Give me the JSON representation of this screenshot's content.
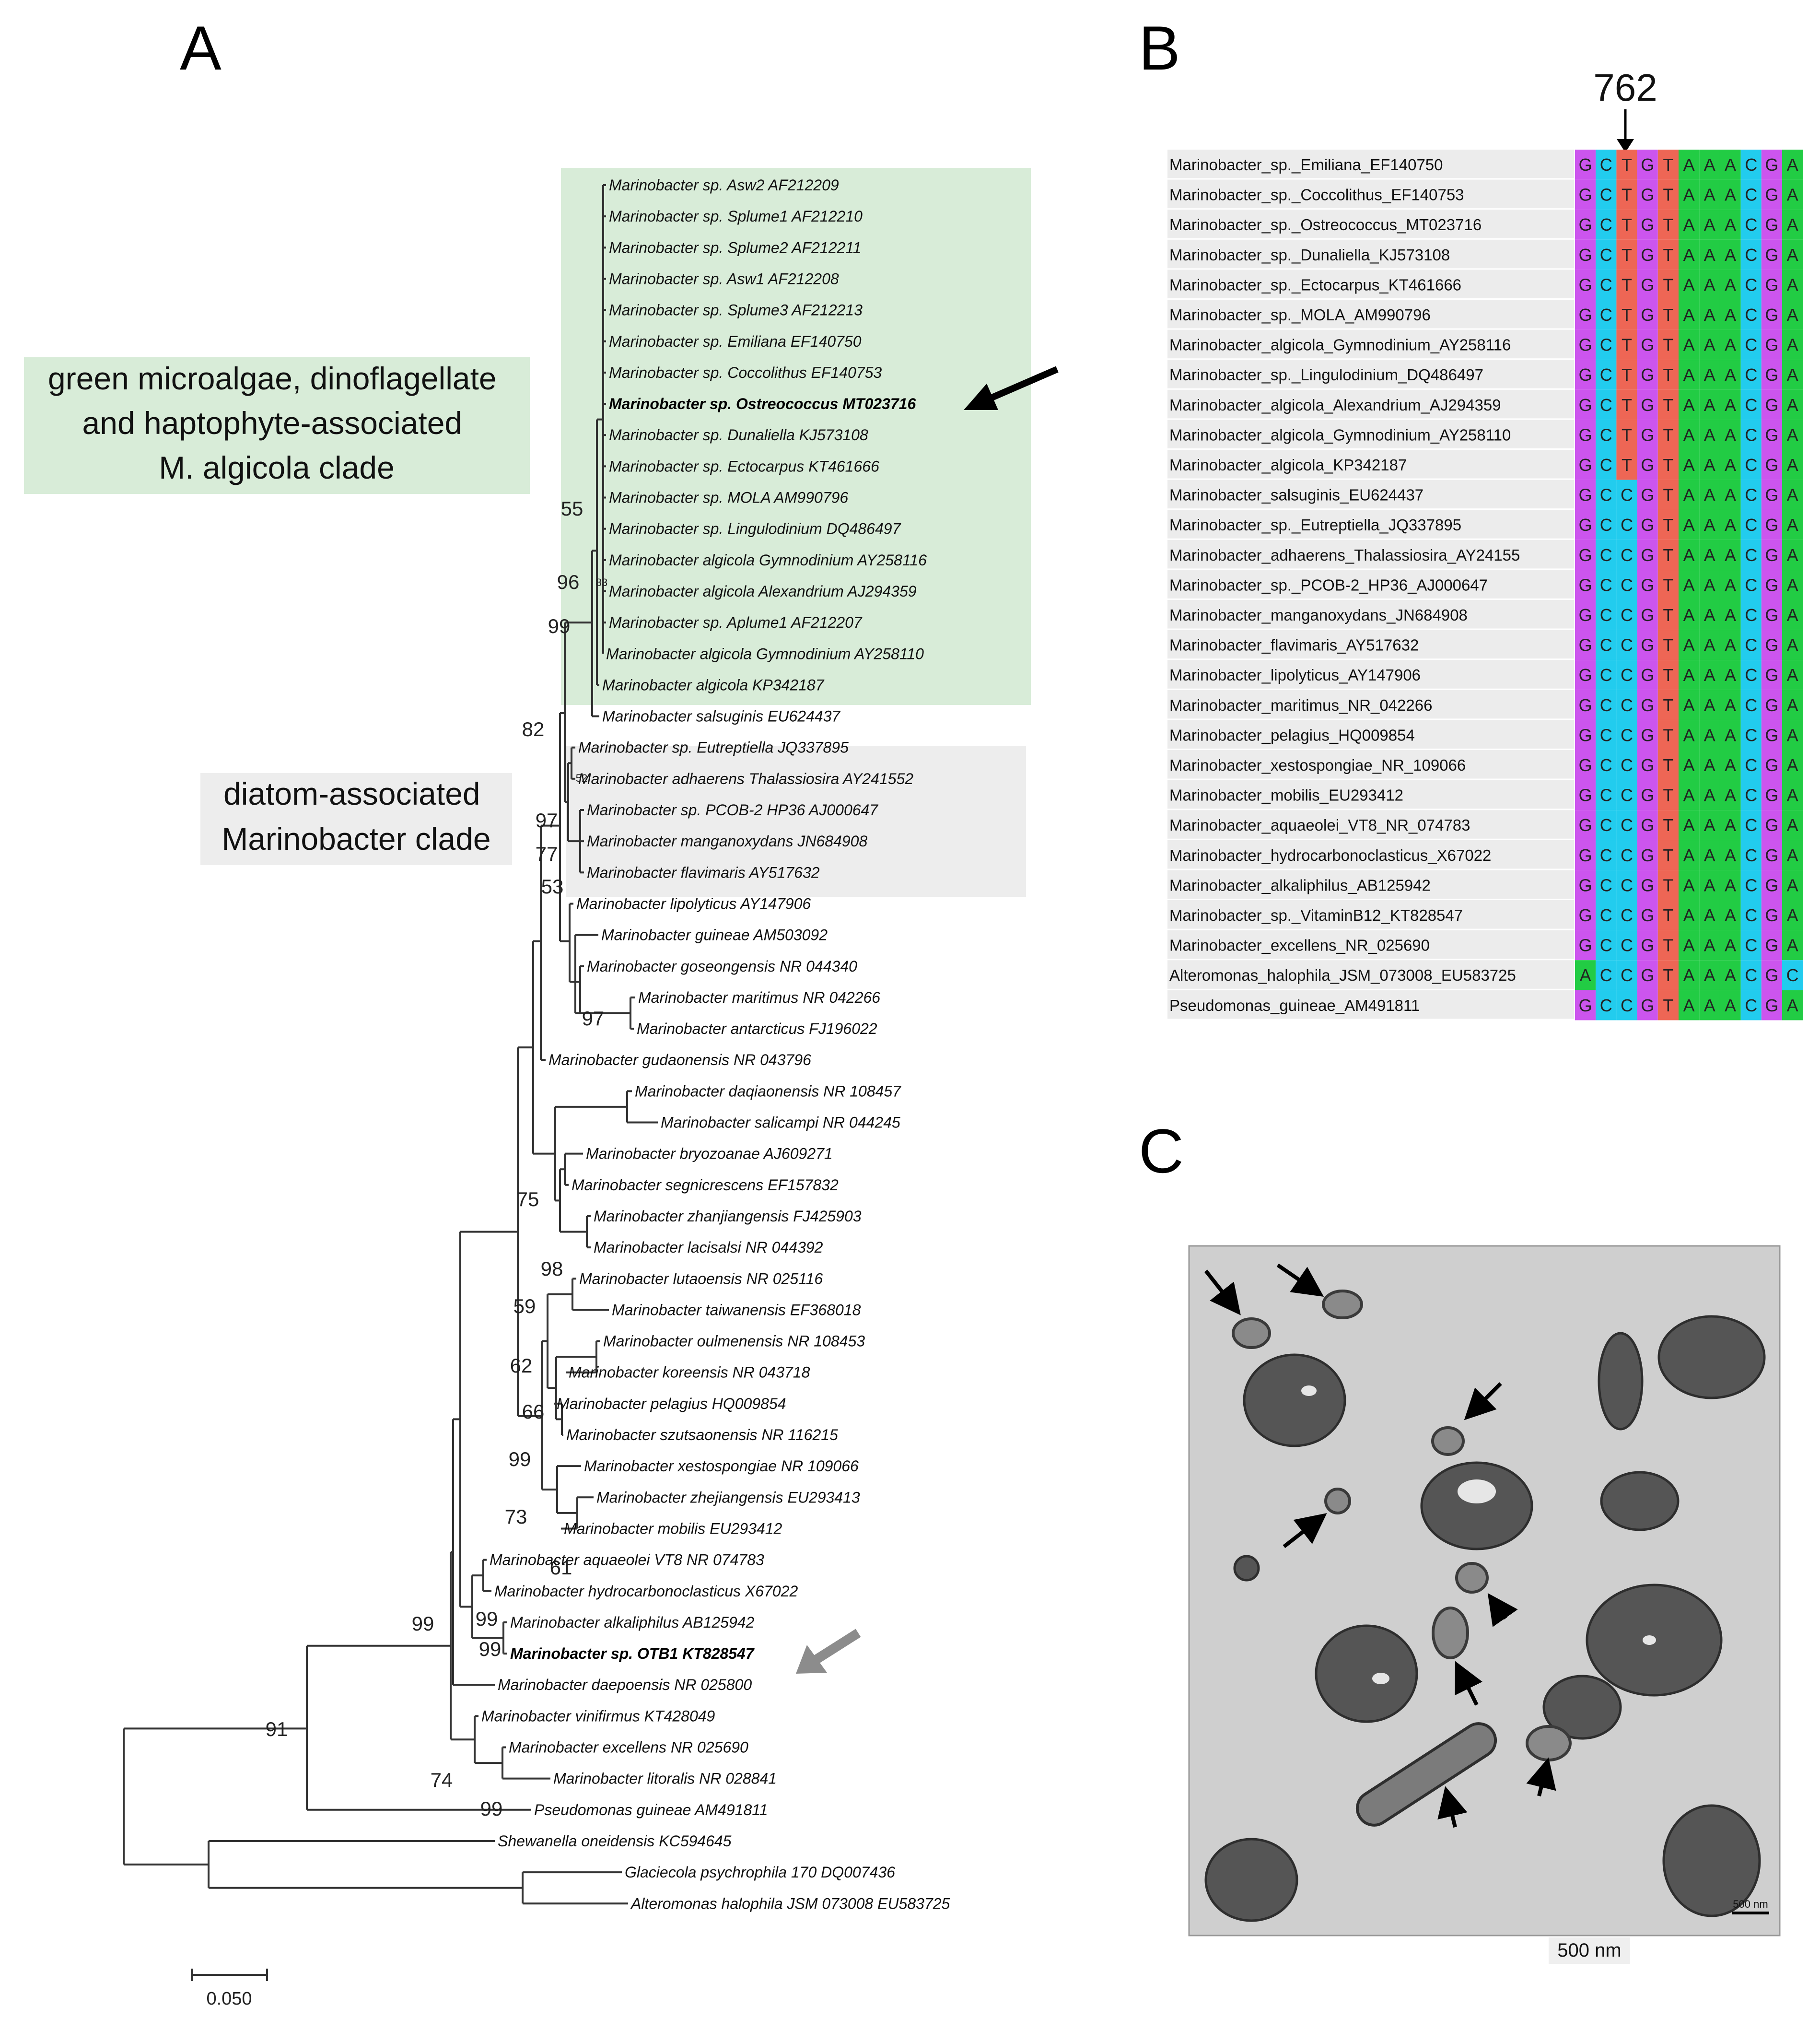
{
  "panels": {
    "a": "A",
    "b": "B",
    "c": "C"
  },
  "tree": {
    "leaves": [
      {
        "genus": "Marinobacter",
        "strain": "sp. Asw2 AF212209"
      },
      {
        "genus": "Marinobacter",
        "strain": "sp. Splume1 AF212210"
      },
      {
        "genus": "Marinobacter",
        "strain": "sp. Splume2 AF212211"
      },
      {
        "genus": "Marinobacter",
        "strain": "sp. Asw1 AF212208"
      },
      {
        "genus": "Marinobacter",
        "strain": "sp. Splume3 AF212213"
      },
      {
        "genus": "Marinobacter",
        "strain": "sp. Emiliana EF140750"
      },
      {
        "genus": "Marinobacter",
        "strain": "sp. Coccolithus EF140753"
      },
      {
        "genus": "Marinobacter",
        "strain": "sp. Ostreococcus MT023716",
        "bold": true
      },
      {
        "genus": "Marinobacter",
        "strain": "sp. Dunaliella KJ573108"
      },
      {
        "genus": "Marinobacter",
        "strain": "sp. Ectocarpus KT461666"
      },
      {
        "genus": "Marinobacter",
        "strain": "sp. MOLA AM990796"
      },
      {
        "genus": "Marinobacter",
        "strain": "sp. Lingulodinium DQ486497"
      },
      {
        "genus": "Marinobacter",
        "strain": "algicola Gymnodinium AY258116"
      },
      {
        "genus": "Marinobacter",
        "strain": "algicola Alexandrium AJ294359"
      },
      {
        "genus": "Marinobacter",
        "strain": "sp. Aplume1 AF212207"
      },
      {
        "genus": "Marinobacter",
        "strain": "algicola Gymnodinium AY258110"
      },
      {
        "genus": "Marinobacter",
        "strain": "algicola KP342187"
      },
      {
        "genus": "Marinobacter",
        "strain": "salsuginis EU624437"
      },
      {
        "genus": "Marinobacter",
        "strain": "sp. Eutreptiella JQ337895"
      },
      {
        "genus": "Marinobacter",
        "strain": "adhaerens Thalassiosira AY241552"
      },
      {
        "genus": "Marinobacter",
        "strain": "sp. PCOB-2 HP36 AJ000647"
      },
      {
        "genus": "Marinobacter",
        "strain": "manganoxydans JN684908"
      },
      {
        "genus": "Marinobacter",
        "strain": "flavimaris AY517632"
      },
      {
        "genus": "Marinobacter",
        "strain": "lipolyticus AY147906"
      },
      {
        "genus": "Marinobacter",
        "strain": "guineae AM503092"
      },
      {
        "genus": "Marinobacter",
        "strain": "goseongensis NR 044340"
      },
      {
        "genus": "Marinobacter",
        "strain": "maritimus NR 042266"
      },
      {
        "genus": "Marinobacter",
        "strain": "antarcticus FJ196022"
      },
      {
        "genus": "Marinobacter",
        "strain": "gudaonensis NR 043796"
      },
      {
        "genus": "Marinobacter",
        "strain": "daqiaonensis NR 108457"
      },
      {
        "genus": "Marinobacter",
        "strain": "salicampi NR 044245"
      },
      {
        "genus": "Marinobacter",
        "strain": "bryozoanae AJ609271"
      },
      {
        "genus": "Marinobacter",
        "strain": "segnicrescens EF157832"
      },
      {
        "genus": "Marinobacter",
        "strain": "zhanjiangensis FJ425903"
      },
      {
        "genus": "Marinobacter",
        "strain": "lacisalsi NR 044392"
      },
      {
        "genus": "Marinobacter",
        "strain": "lutaoensis NR 025116"
      },
      {
        "genus": "Marinobacter",
        "strain": "taiwanensis EF368018"
      },
      {
        "genus": "Marinobacter",
        "strain": "oulmenensis NR 108453"
      },
      {
        "genus": "Marinobacter",
        "strain": "koreensis NR 043718"
      },
      {
        "genus": "Marinobacter",
        "strain": "pelagius HQ009854"
      },
      {
        "genus": "Marinobacter",
        "strain": "szutsaonensis NR 116215"
      },
      {
        "genus": "Marinobacter",
        "strain": "xestospongiae NR 109066"
      },
      {
        "genus": "Marinobacter",
        "strain": "zhejiangensis EU293413"
      },
      {
        "genus": "Marinobacter",
        "strain": "mobilis EU293412"
      },
      {
        "genus": "Marinobacter",
        "strain": "aquaeolei VT8 NR 074783"
      },
      {
        "genus": "Marinobacter",
        "strain": "hydrocarbonoclasticus X67022"
      },
      {
        "genus": "Marinobacter",
        "strain": "alkaliphilus AB125942"
      },
      {
        "genus": "Marinobacter",
        "strain": "sp. OTB1 KT828547",
        "bold": true
      },
      {
        "genus": "Marinobacter",
        "strain": "daepoensis NR 025800"
      },
      {
        "genus": "Marinobacter",
        "strain": "vinifirmus KT428049"
      },
      {
        "genus": "Marinobacter",
        "strain": "excellens NR 025690"
      },
      {
        "genus": "Marinobacter",
        "strain": "litoralis NR 028841"
      },
      {
        "genus": "Pseudomonas",
        "strain": "guineae AM491811"
      },
      {
        "genus": "Shewanella",
        "strain": "oneidensis KC594645"
      },
      {
        "genus": "Glaciecola",
        "strain": "psychrophila 170 DQ007436"
      },
      {
        "genus": "Alteromonas",
        "strain": "halophila JSM 073008 EU583725"
      }
    ],
    "bootstraps": [
      "55",
      "96",
      "83",
      "99",
      "82",
      "52",
      "97",
      "77",
      "53",
      "97",
      "75",
      "98",
      "59",
      "62",
      "66",
      "99",
      "73",
      "61",
      "99",
      "99",
      "99",
      "91",
      "74",
      "99"
    ],
    "clades": {
      "algicola_lines": [
        "green microalgae, dinoflagellate",
        "and haptophyte-associated",
        "M. algicola clade"
      ],
      "diatom_lines": [
        "diatom-associated",
        "Marinobacter clade"
      ]
    },
    "scale_bar": "0.050",
    "colors": {
      "algicola_box": "#d8ecd8",
      "diatom_box": "#ededed",
      "black_arrow": "#000000",
      "gray_arrow": "#8c8c8c"
    }
  },
  "alignment": {
    "position_label": "762",
    "rows": [
      {
        "name": "Marinobacter_sp._Emiliana_EF140750",
        "seq": "GCTGTAAACGA"
      },
      {
        "name": "Marinobacter_sp._Coccolithus_EF140753",
        "seq": "GCTGTAAACGA"
      },
      {
        "name": "Marinobacter_sp._Ostreococcus_MT023716",
        "seq": "GCTGTAAACGA"
      },
      {
        "name": "Marinobacter_sp._Dunaliella_KJ573108",
        "seq": "GCTGTAAACGA"
      },
      {
        "name": "Marinobacter_sp._Ectocarpus_KT461666",
        "seq": "GCTGTAAACGA"
      },
      {
        "name": "Marinobacter_sp._MOLA_AM990796",
        "seq": "GCTGTAAACGA"
      },
      {
        "name": "Marinobacter_algicola_Gymnodinium_AY258116",
        "seq": "GCTGTAAACGA"
      },
      {
        "name": "Marinobacter_sp._Lingulodinium_DQ486497",
        "seq": "GCTGTAAACGA"
      },
      {
        "name": "Marinobacter_algicola_Alexandrium_AJ294359",
        "seq": "GCTGTAAACGA"
      },
      {
        "name": "Marinobacter_algicola_Gymnodinium_AY258110",
        "seq": "GCTGTAAACGA"
      },
      {
        "name": "Marinobacter_algicola_KP342187",
        "seq": "GCTGTAAACGA"
      },
      {
        "name": "Marinobacter_salsuginis_EU624437",
        "seq": "GCCGTAAACGA"
      },
      {
        "name": "Marinobacter_sp._Eutreptiella_JQ337895",
        "seq": "GCCGTAAACGA"
      },
      {
        "name": "Marinobacter_adhaerens_Thalassiosira_AY24155",
        "seq": "GCCGTAAACGA"
      },
      {
        "name": "Marinobacter_sp._PCOB-2_HP36_AJ000647",
        "seq": "GCCGTAAACGA"
      },
      {
        "name": "Marinobacter_manganoxydans_JN684908",
        "seq": "GCCGTAAACGA"
      },
      {
        "name": "Marinobacter_flavimaris_AY517632",
        "seq": "GCCGTAAACGA"
      },
      {
        "name": "Marinobacter_lipolyticus_AY147906",
        "seq": "GCCGTAAACGA"
      },
      {
        "name": "Marinobacter_maritimus_NR_042266",
        "seq": "GCCGTAAACGA"
      },
      {
        "name": "Marinobacter_pelagius_HQ009854",
        "seq": "GCCGTAAACGA"
      },
      {
        "name": "Marinobacter_xestospongiae_NR_109066",
        "seq": "GCCGTAAACGA"
      },
      {
        "name": "Marinobacter_mobilis_EU293412",
        "seq": "GCCGTAAACGA"
      },
      {
        "name": "Marinobacter_aquaeolei_VT8_NR_074783",
        "seq": "GCCGTAAACGA"
      },
      {
        "name": "Marinobacter_hydrocarbonoclasticus_X67022",
        "seq": "GCCGTAAACGA"
      },
      {
        "name": "Marinobacter_alkaliphilus_AB125942",
        "seq": "GCCGTAAACGA"
      },
      {
        "name": "Marinobacter_sp._VitaminB12_KT828547",
        "seq": "GCCGTAAACGA"
      },
      {
        "name": "Marinobacter_excellens_NR_025690",
        "seq": "GCCGTAAACGA"
      },
      {
        "name": "Alteromonas_halophila_JSM_073008_EU583725",
        "seq": "ACCGTAAACGC"
      },
      {
        "name": "Pseudomonas_guineae_AM491811",
        "seq": "GCCGTAAACGA"
      }
    ],
    "base_colors": {
      "A": "#22cc44",
      "C": "#22ccee",
      "G": "#cc55ee",
      "T": "#ee6655"
    }
  },
  "micrograph": {
    "inner_scale_label": "500 nm",
    "caption": "500 nm"
  }
}
